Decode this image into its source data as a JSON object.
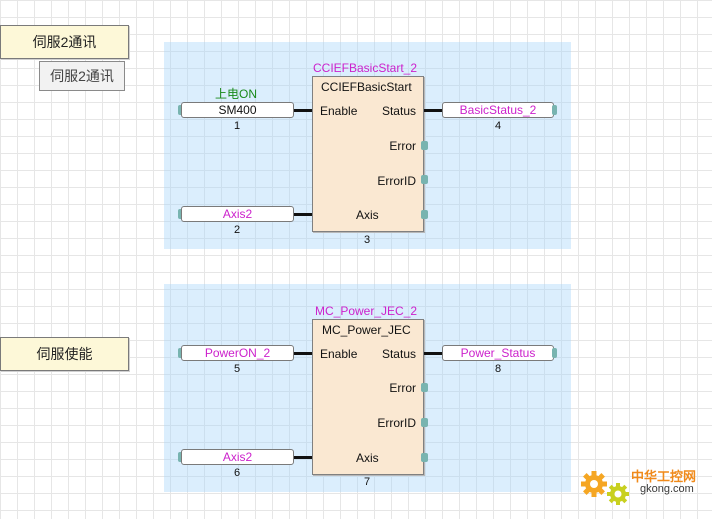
{
  "labels": {
    "comm_comment": "伺服2通讯",
    "comm_label": "伺服2通讯",
    "enable_comment": "伺服使能"
  },
  "block1": {
    "instance": "CCIEFBasicStart_2",
    "type": "CCIEFBasicStart",
    "inputs": {
      "enable": "Enable",
      "axis": "Axis"
    },
    "outputs": {
      "status": "Status",
      "error": "Error",
      "errorid": "ErrorID"
    },
    "number": "3",
    "var_enable": {
      "name": "SM400",
      "comment": "上电ON",
      "number": "1"
    },
    "var_axis": {
      "name": "Axis2",
      "number": "2"
    },
    "var_status": {
      "name": "BasicStatus_2",
      "number": "4"
    }
  },
  "block2": {
    "instance": "MC_Power_JEC_2",
    "type": "MC_Power_JEC",
    "inputs": {
      "enable": "Enable",
      "axis": "Axis"
    },
    "outputs": {
      "status": "Status",
      "error": "Error",
      "errorid": "ErrorID"
    },
    "number": "7",
    "var_enable": {
      "name": "PowerON_2",
      "number": "5"
    },
    "var_axis": {
      "name": "Axis2",
      "number": "6"
    },
    "var_status": {
      "name": "Power_Status",
      "number": "8"
    }
  },
  "watermark": {
    "brand": "中华工控网",
    "url": "gkong.com"
  },
  "colors": {
    "zone": "#aad7fa",
    "block": "#fae8d2",
    "comment": "#fdf8d8",
    "variable_magenta": "#cc22cc",
    "comment_green": "#1a8a1a",
    "pin": "#78b4b0"
  }
}
